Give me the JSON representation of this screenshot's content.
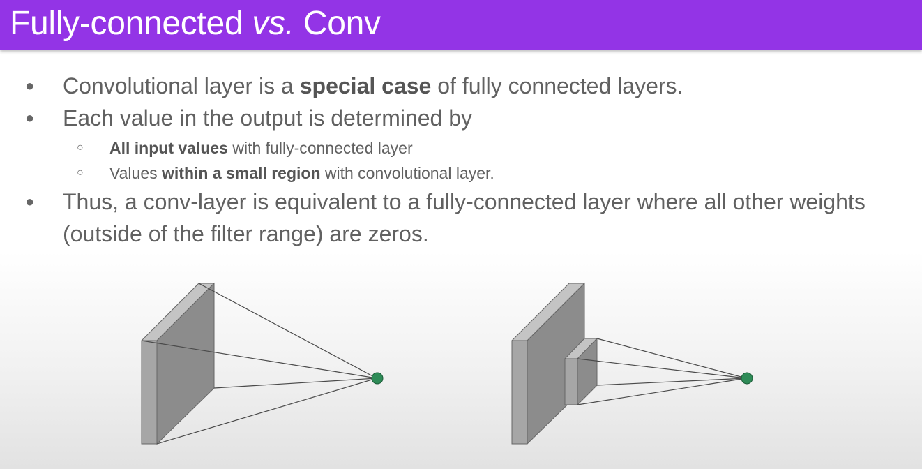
{
  "header": {
    "title_part1": "Fully-connected ",
    "title_italic": "vs.",
    "title_part2": " Conv"
  },
  "bullets": [
    {
      "pre": "Convolutional layer is a ",
      "bold": "special case",
      "post": " of fully connected layers."
    },
    {
      "text": "Each value in the output is determined by"
    },
    {
      "text": "Thus, a conv-layer is equivalent to a fully-connected layer where all other weights (outside of the filter range) are zeros."
    }
  ],
  "subbullets": [
    {
      "pre": "",
      "bold": "All input values",
      "post": " with fully-connected layer"
    },
    {
      "pre": "Values ",
      "bold": "within a small region",
      "post": " with convolutional layer."
    }
  ],
  "diagram": {
    "colors": {
      "slab_front": "#a6a6a6",
      "slab_side": "#8c8c8c",
      "filter_block": "#9a9a9a",
      "output_neuron": "#2e8b57",
      "lines": "#4a4a4a"
    }
  }
}
